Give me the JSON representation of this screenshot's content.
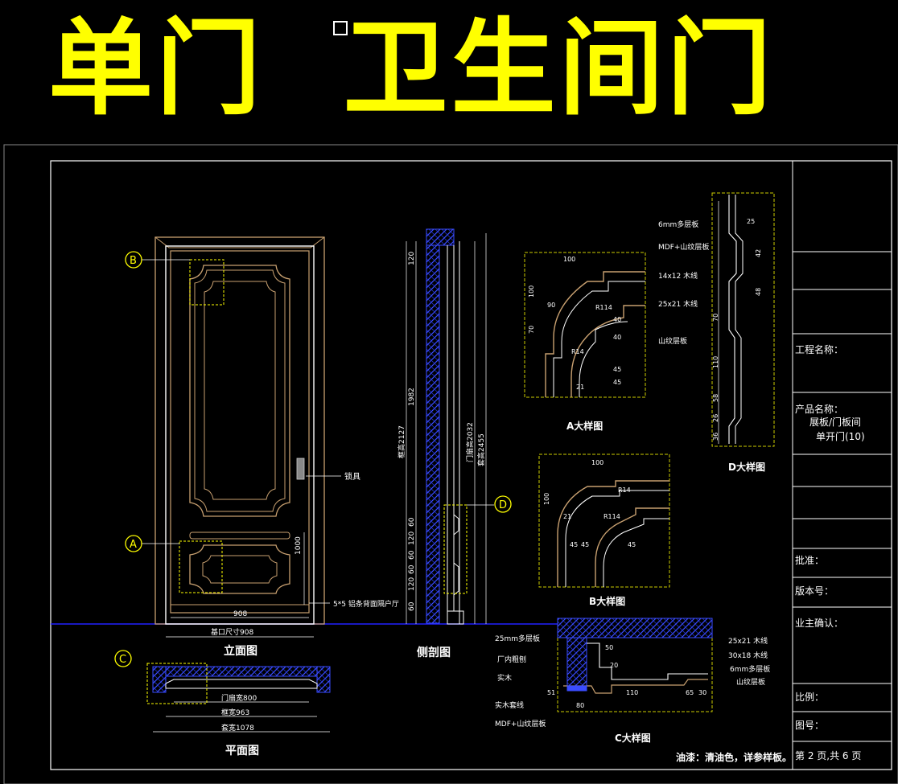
{
  "title": "单门  卫生间门",
  "colors": {
    "title": "#ffff00",
    "frame": "#ffffff",
    "dim": "#ffffff",
    "door": "#c8a070",
    "hatch": "#3a4cff",
    "callout": "#ffff00",
    "floor": "#2020ff",
    "detail_box": "#cccc00"
  },
  "icons": {
    "title_box": "square-outline-icon"
  },
  "views": {
    "elevation": {
      "label": "立面图",
      "width_dim": "908",
      "opening_dim": "基口尺寸908",
      "height_dim": "1000",
      "hardware": "锁具",
      "note": "5*5 铝条背面隔户厅",
      "callout_b": "B",
      "callout_a": "A"
    },
    "section": {
      "label": "侧剖图",
      "dim_top": "120",
      "dim_mid": "1982",
      "dim_low": [
        "60",
        "120",
        "60",
        "60",
        "120",
        "60"
      ],
      "door_height": "门扇高2032",
      "frame_height": "框高2127",
      "total_height": "套高2455",
      "callout_d": "D"
    },
    "plan": {
      "label": "平面图",
      "callout_c": "C",
      "dims": [
        "门扇宽800",
        "框宽963",
        "套宽1078"
      ]
    },
    "detail_a": {
      "label": "A大样图",
      "dims": [
        "100",
        "100",
        "70",
        "90",
        "R114",
        "R14",
        "40",
        "40",
        "45",
        "45",
        "21"
      ]
    },
    "detail_b": {
      "label": "B大样图",
      "dims": [
        "100",
        "100",
        "21",
        "45",
        "R114",
        "R14",
        "45",
        "45"
      ]
    },
    "detail_c": {
      "label": "C大样图",
      "left_labels": [
        "25mm多层板",
        "厂内粗刨",
        "实木",
        "实木套线",
        "MDF+山纹层板"
      ],
      "right_labels": [
        "25x21 木线",
        "30x18 木线",
        "6mm多层板",
        "山纹层板"
      ],
      "dims": [
        "50",
        "20",
        "110",
        "80",
        "51",
        "65",
        "30"
      ]
    },
    "detail_d": {
      "label": "D大样图",
      "labels": [
        "6mm多层板",
        "MDF+山纹层板",
        "14x12 木线",
        "25x21 木线",
        "山纹层板"
      ],
      "dims": [
        "25",
        "42",
        "48",
        "70",
        "110",
        "58",
        "26",
        "36"
      ]
    }
  },
  "note_bottom": "油漆：清油色，详参样板。",
  "title_block": {
    "project_name": "工程名称：",
    "product_name_label": "产品名称：",
    "product_name_line1": "展板/门板间",
    "product_name_line2": "单开门(10)",
    "approve": "批准：",
    "version": "版本号：",
    "owner_confirm": "业主确认：",
    "scale": "比例：",
    "drawing_no": "图号：",
    "page": "第 2 页,共 6 页"
  }
}
